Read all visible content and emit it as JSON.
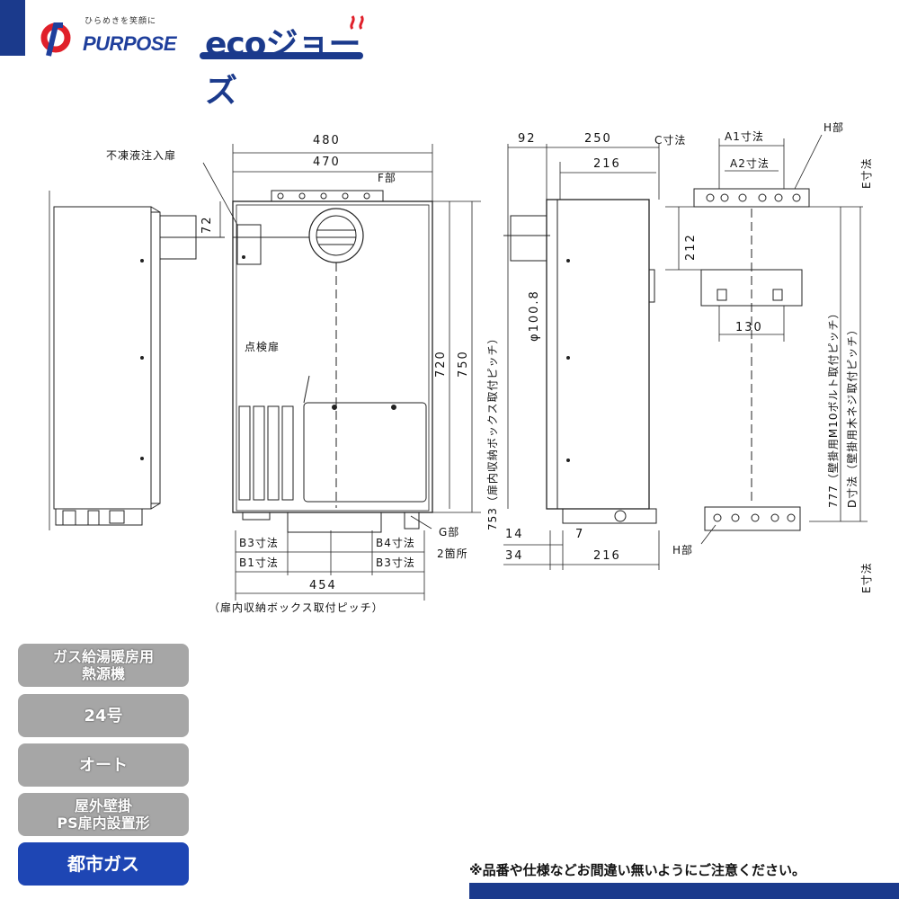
{
  "header": {
    "brand_tagline": "ひらめきを笑顔に",
    "brand_name": "PURPOSE",
    "product_logo": "ecoジョーズ",
    "colors": {
      "navy": "#1b3a8c",
      "badge_gray": "#a6a6a6",
      "badge_blue": "#1e46b4",
      "brand_red": "#e0202a"
    }
  },
  "drawing": {
    "front_labels": {
      "fudoueki": "不凍液注入扉",
      "f_part": "F部",
      "tenken": "点検扉",
      "g_part": "G部",
      "g_count": "2箇所",
      "b3_left": "B3寸法",
      "b1": "B1寸法",
      "b4": "B4寸法",
      "b3_right": "B3寸法",
      "pitch_note": "（扉内収納ボックス取付ピッチ）",
      "vertical_note": "753（扉内収納ボックス取付ピッチ）"
    },
    "front_dims": {
      "w480": "480",
      "w470": "470",
      "h72": "72",
      "h720": "720",
      "h750": "750",
      "w454": "454"
    },
    "side_dims": {
      "d92": "92",
      "d250": "250",
      "d216_top": "216",
      "phi": "φ100.8",
      "d14": "14",
      "d7": "7",
      "d34": "34",
      "d216_bottom": "216"
    },
    "rear_labels": {
      "c_dim": "C寸法",
      "a1_dim": "A1寸法",
      "a2_dim": "A2寸法",
      "h_part_top": "H部",
      "e_dim_top": "E寸法",
      "h212": "212",
      "w130": "130",
      "h_part_bottom": "H部",
      "e_dim_bottom": "E寸法",
      "bolt_note": "777（壁掛用M10ボルト取付ピッチ）",
      "d_note": "D寸法（壁掛用木ネジ取付ピッチ）"
    }
  },
  "badges": [
    {
      "lines": [
        "ガス給湯暖房用",
        "熱源機"
      ]
    },
    {
      "lines": [
        "24号"
      ]
    },
    {
      "lines": [
        "オート"
      ]
    },
    {
      "lines": [
        "屋外壁掛",
        "PS扉内設置形"
      ]
    },
    {
      "lines": [
        "都市ガス"
      ]
    }
  ],
  "notice": "※品番や仕様などお間違い無いようにご注意ください。"
}
